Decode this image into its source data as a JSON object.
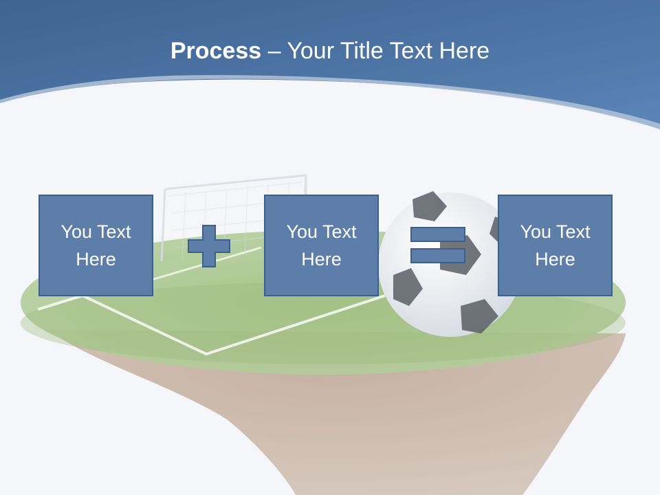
{
  "slide": {
    "title_bold": "Process",
    "title_rest": " – Your Title Text Here"
  },
  "process": {
    "boxes": [
      {
        "label": "You Text Here"
      },
      {
        "label": "You Text Here"
      },
      {
        "label": "You Text Here"
      }
    ],
    "operators": [
      "plus-icon",
      "equals-icon"
    ]
  },
  "colors": {
    "header": "#4f77a6",
    "box_fill": "#5d7ea8",
    "box_border": "#3e5f88",
    "text": "#ffffff"
  }
}
